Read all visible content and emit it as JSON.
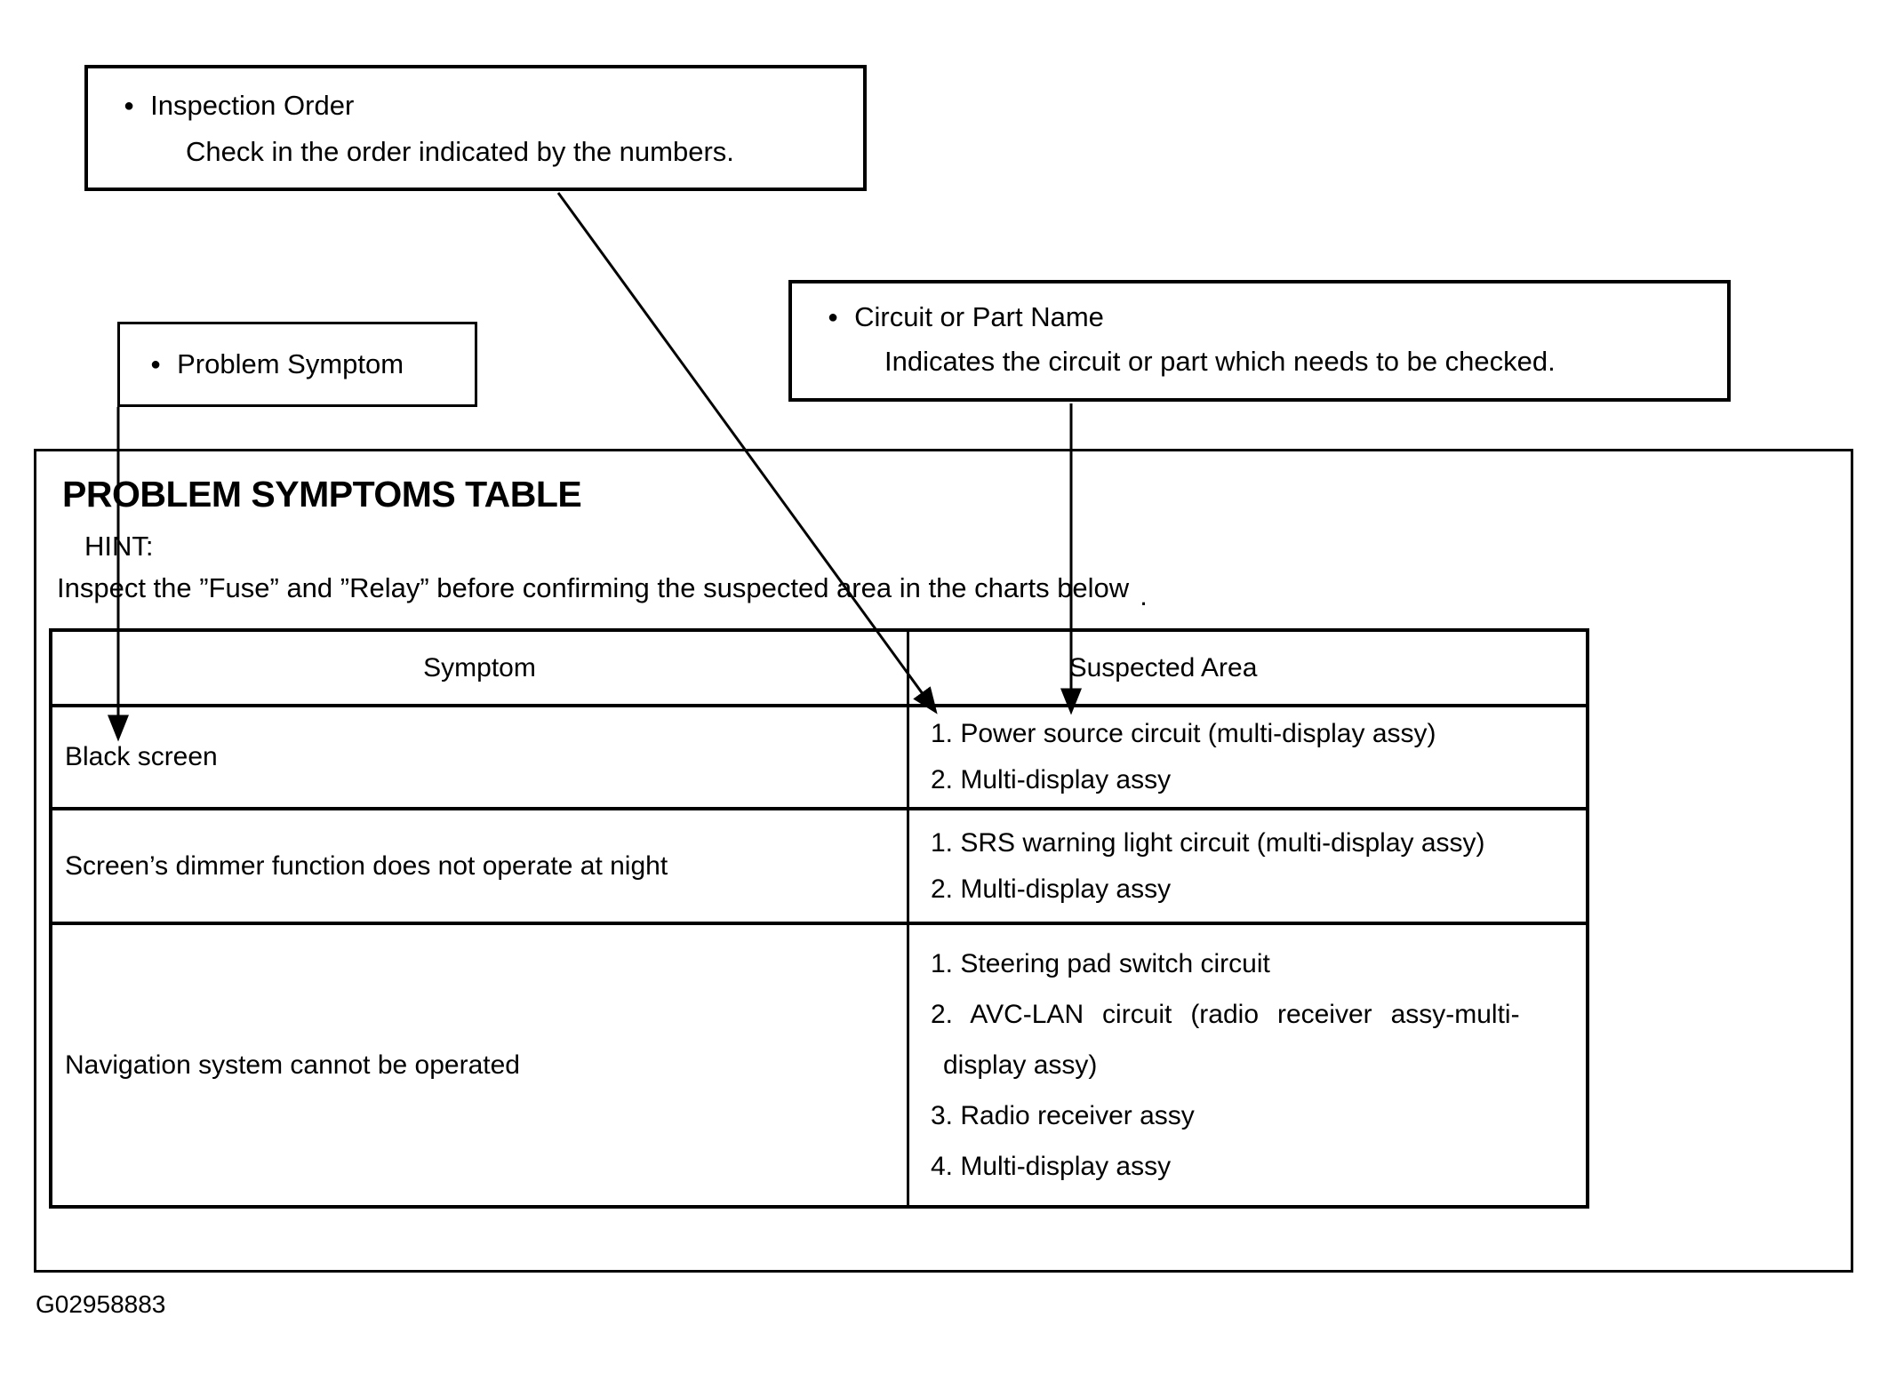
{
  "callouts": {
    "inspection_order": {
      "bullet": "●",
      "title": "Inspection Order",
      "body": "Check in the order indicated by the numbers."
    },
    "problem_symptom": {
      "bullet": "●",
      "title": "Problem Symptom"
    },
    "circuit_or_part_name": {
      "bullet": "●",
      "title": "Circuit or Part Name",
      "body": "Indicates the circuit or part which needs to be checked."
    }
  },
  "panel": {
    "title": "PROBLEM SYMPTOMS TABLE",
    "hint_label": "HINT:",
    "hint_text": "Inspect the ”Fuse” and ”Relay” before confirming the suspected area in the charts below",
    "hint_period": "."
  },
  "table": {
    "headers": {
      "symptom": "Symptom",
      "suspected_area": "Suspected Area"
    },
    "rows": [
      {
        "symptom": "Black screen",
        "suspected": [
          "1. Power source circuit (multi-display assy)",
          "2. Multi-display assy"
        ]
      },
      {
        "symptom": "Screen’s dimmer function does not operate at night",
        "suspected": [
          "1. SRS warning light circuit (multi-display assy)",
          "2. Multi-display assy"
        ]
      },
      {
        "symptom": "Navigation system cannot be operated",
        "suspected": [
          "1. Steering pad switch circuit",
          "2. AVC-LAN circuit (radio receiver assy-multi-",
          "display assy)",
          "3. Radio receiver assy",
          "4. Multi-display assy"
        ]
      }
    ]
  },
  "figure_id": "G02958883",
  "colors": {
    "ink": "#000000",
    "paper": "#ffffff"
  }
}
